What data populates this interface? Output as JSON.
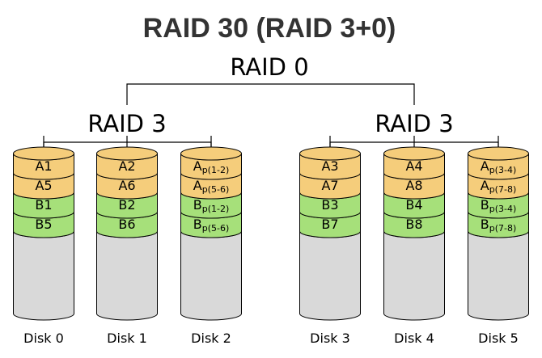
{
  "title": "RAID 30 (RAID 3+0)",
  "top_level": {
    "label": "RAID 0"
  },
  "colors": {
    "a_block": "#f5cd7b",
    "b_block": "#a6e07a",
    "empty": "#d9d9d9",
    "title": "#333333"
  },
  "groups": [
    {
      "label": "RAID 3",
      "disks": [
        {
          "label": "Disk 0",
          "blocks": [
            {
              "main": "A1",
              "sub": "",
              "kind": "a"
            },
            {
              "main": "A5",
              "sub": "",
              "kind": "a"
            },
            {
              "main": "B1",
              "sub": "",
              "kind": "b"
            },
            {
              "main": "B5",
              "sub": "",
              "kind": "b"
            }
          ]
        },
        {
          "label": "Disk 1",
          "blocks": [
            {
              "main": "A2",
              "sub": "",
              "kind": "a"
            },
            {
              "main": "A6",
              "sub": "",
              "kind": "a"
            },
            {
              "main": "B2",
              "sub": "",
              "kind": "b"
            },
            {
              "main": "B6",
              "sub": "",
              "kind": "b"
            }
          ]
        },
        {
          "label": "Disk 2",
          "blocks": [
            {
              "main": "A",
              "sub": "p(1-2)",
              "kind": "a"
            },
            {
              "main": "A",
              "sub": "p(5-6)",
              "kind": "a"
            },
            {
              "main": "B",
              "sub": "p(1-2)",
              "kind": "b"
            },
            {
              "main": "B",
              "sub": "p(5-6)",
              "kind": "b"
            }
          ]
        }
      ]
    },
    {
      "label": "RAID 3",
      "disks": [
        {
          "label": "Disk 3",
          "blocks": [
            {
              "main": "A3",
              "sub": "",
              "kind": "a"
            },
            {
              "main": "A7",
              "sub": "",
              "kind": "a"
            },
            {
              "main": "B3",
              "sub": "",
              "kind": "b"
            },
            {
              "main": "B7",
              "sub": "",
              "kind": "b"
            }
          ]
        },
        {
          "label": "Disk 4",
          "blocks": [
            {
              "main": "A4",
              "sub": "",
              "kind": "a"
            },
            {
              "main": "A8",
              "sub": "",
              "kind": "a"
            },
            {
              "main": "B4",
              "sub": "",
              "kind": "b"
            },
            {
              "main": "B8",
              "sub": "",
              "kind": "b"
            }
          ]
        },
        {
          "label": "Disk 5",
          "blocks": [
            {
              "main": "A",
              "sub": "p(3-4)",
              "kind": "a"
            },
            {
              "main": "A",
              "sub": "p(7-8)",
              "kind": "a"
            },
            {
              "main": "B",
              "sub": "p(3-4)",
              "kind": "b"
            },
            {
              "main": "B",
              "sub": "p(7-8)",
              "kind": "b"
            }
          ]
        }
      ]
    }
  ]
}
